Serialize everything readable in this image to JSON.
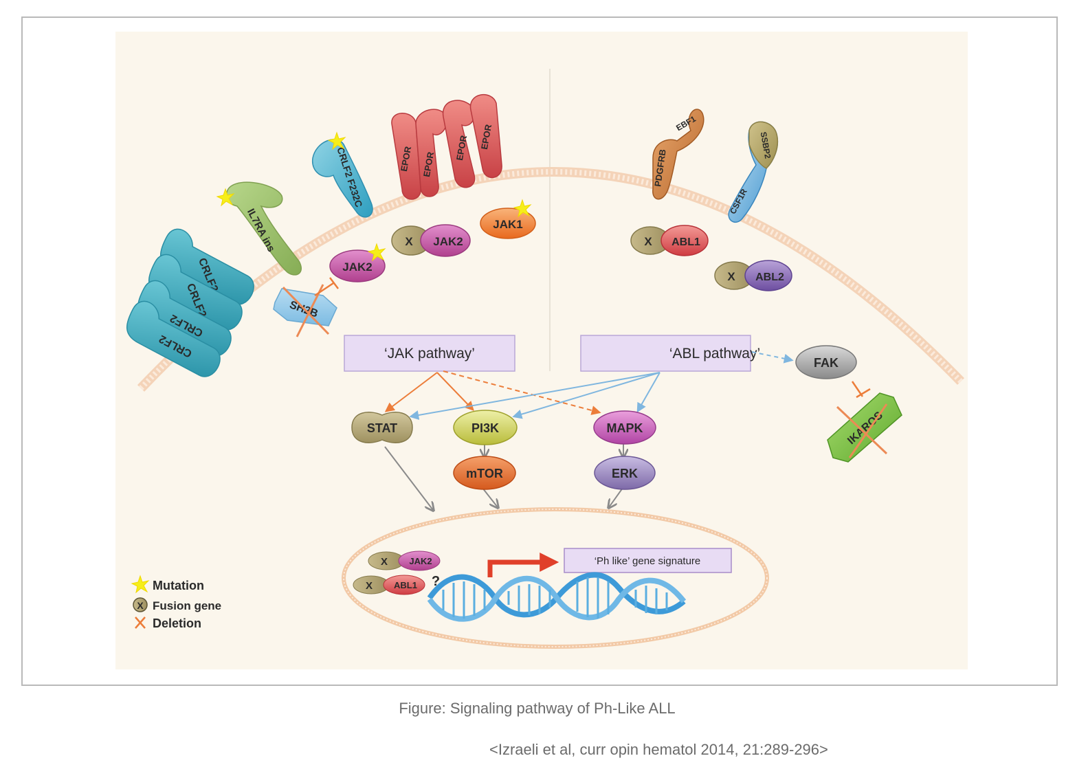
{
  "receptors": {
    "crlf2": "CRLF2",
    "il7ra": "IL7RA ins",
    "crlf2_mut": "CRLF2 F232C",
    "epor": "EPOR",
    "pdgfrb": "PDGFRB",
    "ebf1": "EBF1",
    "csf1r": "CSF1R",
    "ssbp2": "SSBP2"
  },
  "kinases": {
    "jak1": "JAK1",
    "jak2": "JAK2",
    "abl1": "ABL1",
    "abl2": "ABL2",
    "fusion_x": "X"
  },
  "regulators": {
    "sh2b": "SH2B",
    "fak": "FAK",
    "ikaros": "IKAROS"
  },
  "pathways": {
    "jak": "‘JAK pathway’",
    "abl": "‘ABL pathway’"
  },
  "effectors": {
    "stat": "STAT",
    "pi3k": "PI3K",
    "mtor": "mTOR",
    "mapk": "MAPK",
    "erk": "ERK"
  },
  "nucleus": {
    "signature": "‘Ph like’ gene signature",
    "question": "?"
  },
  "legend": {
    "mutation": "Mutation",
    "fusion": "Fusion gene",
    "deletion": "Deletion",
    "fusion_symbol": "X"
  },
  "colors": {
    "background": "#fbf6ec",
    "membrane": "#f2c9a6",
    "crlf2": "#3aa9bd",
    "il7ra": "#9bbf6a",
    "epor": "#d85c60",
    "jak2": "#b8418e",
    "jak1": "#f07a2a",
    "abl1": "#d94a4f",
    "abl2": "#7a5aa8",
    "pathway_box": "#e7dcf3",
    "orange_arrow": "#ec7d3a",
    "blue_arrow": "#7fb6df",
    "dna": "#3d9ad8",
    "ikaros": "#7cc24a"
  },
  "caption": "Figure: Signaling pathway of Ph-Like ALL",
  "citation": "<Izraeli et al, curr opin hematol 2014, 21:289-296>"
}
